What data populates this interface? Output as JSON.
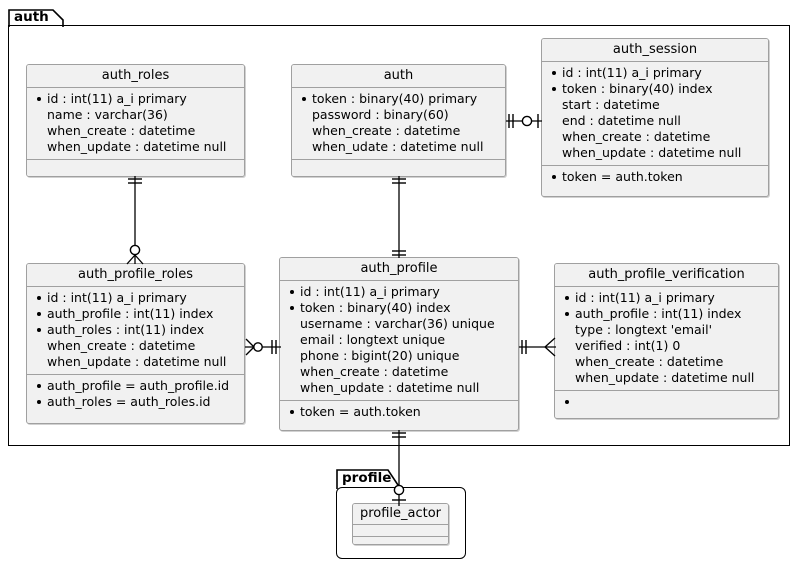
{
  "diagram": {
    "type": "entity-relationship-diagram",
    "packages": [
      {
        "id": "auth",
        "label": "auth"
      },
      {
        "id": "profile",
        "label": "profile"
      }
    ]
  },
  "entities": {
    "auth_roles": {
      "title": "auth_roles",
      "fields": [
        {
          "text": "id : int(11) a_i primary",
          "key": true
        },
        {
          "text": "name : varchar(36)",
          "key": false
        },
        {
          "text": "when_create : datetime",
          "key": false
        },
        {
          "text": "when_update : datetime null",
          "key": false
        }
      ],
      "footer": []
    },
    "auth": {
      "title": "auth",
      "fields": [
        {
          "text": "token : binary(40) primary",
          "key": true
        },
        {
          "text": "password : binary(60)",
          "key": false
        },
        {
          "text": "when_create : datetime",
          "key": false
        },
        {
          "text": "when_udate : datetime null",
          "key": false
        }
      ],
      "footer": []
    },
    "auth_session": {
      "title": "auth_session",
      "fields": [
        {
          "text": "id : int(11) a_i primary",
          "key": true
        },
        {
          "text": "token : binary(40) index",
          "key": true
        },
        {
          "text": "start : datetime",
          "key": false
        },
        {
          "text": "end : datetime null",
          "key": false
        },
        {
          "text": "when_create : datetime",
          "key": false
        },
        {
          "text": "when_update : datetime null",
          "key": false
        }
      ],
      "footer": [
        {
          "text": "token = auth.token",
          "key": true
        }
      ]
    },
    "auth_profile_roles": {
      "title": "auth_profile_roles",
      "fields": [
        {
          "text": "id : int(11) a_i primary",
          "key": true
        },
        {
          "text": "auth_profile : int(11) index",
          "key": true
        },
        {
          "text": "auth_roles : int(11) index",
          "key": true
        },
        {
          "text": "when_create : datetime",
          "key": false
        },
        {
          "text": "when_update : datetime null",
          "key": false
        }
      ],
      "footer": [
        {
          "text": "auth_profile = auth_profile.id",
          "key": true
        },
        {
          "text": "auth_roles = auth_roles.id",
          "key": true
        }
      ]
    },
    "auth_profile": {
      "title": "auth_profile",
      "fields": [
        {
          "text": "id : int(11) a_i primary",
          "key": true
        },
        {
          "text": "token : binary(40) index",
          "key": true
        },
        {
          "text": "username : varchar(36) unique",
          "key": false
        },
        {
          "text": "email : longtext unique",
          "key": false
        },
        {
          "text": "phone : bigint(20) unique",
          "key": false
        },
        {
          "text": "when_create : datetime",
          "key": false
        },
        {
          "text": "when_update : datetime null",
          "key": false
        }
      ],
      "footer": [
        {
          "text": "token = auth.token",
          "key": true
        }
      ]
    },
    "auth_profile_verification": {
      "title": "auth_profile_verification",
      "fields": [
        {
          "text": "id : int(11) a_i primary",
          "key": true
        },
        {
          "text": "auth_profile : int(11) index",
          "key": true
        },
        {
          "text": "type : longtext 'email'",
          "key": false
        },
        {
          "text": "verified : int(1) 0",
          "key": false
        },
        {
          "text": "when_create : datetime",
          "key": false
        },
        {
          "text": "when_update : datetime null",
          "key": false
        }
      ],
      "footer": []
    },
    "profile_actor": {
      "title": "profile_actor",
      "fields": [],
      "footer": []
    }
  },
  "relationships": [
    {
      "id": "auth-to-auth_session",
      "from": "auth",
      "to": "auth_session",
      "from_cardinality": "one",
      "to_cardinality": "zero-or-one"
    },
    {
      "id": "auth_roles-to-auth_profile_roles",
      "from": "auth_roles",
      "to": "auth_profile_roles",
      "from_cardinality": "one",
      "to_cardinality": "zero-or-many"
    },
    {
      "id": "auth-to-auth_profile",
      "from": "auth",
      "to": "auth_profile",
      "from_cardinality": "one",
      "to_cardinality": "one"
    },
    {
      "id": "auth_profile_roles-to-auth_profile",
      "from": "auth_profile_roles",
      "to": "auth_profile",
      "from_cardinality": "zero-or-many",
      "to_cardinality": "one"
    },
    {
      "id": "auth_profile-to-auth_profile_verification",
      "from": "auth_profile",
      "to": "auth_profile_verification",
      "from_cardinality": "one",
      "to_cardinality": "many"
    },
    {
      "id": "auth_profile-to-profile_actor",
      "from": "auth_profile",
      "to": "profile_actor",
      "from_cardinality": "one",
      "to_cardinality": "zero-or-one"
    }
  ],
  "colors": {
    "entity_fill": "#f1f1f1",
    "entity_border": "#a0a0a0",
    "frame_border": "#000000",
    "text": "#000000",
    "background": "#ffffff"
  }
}
